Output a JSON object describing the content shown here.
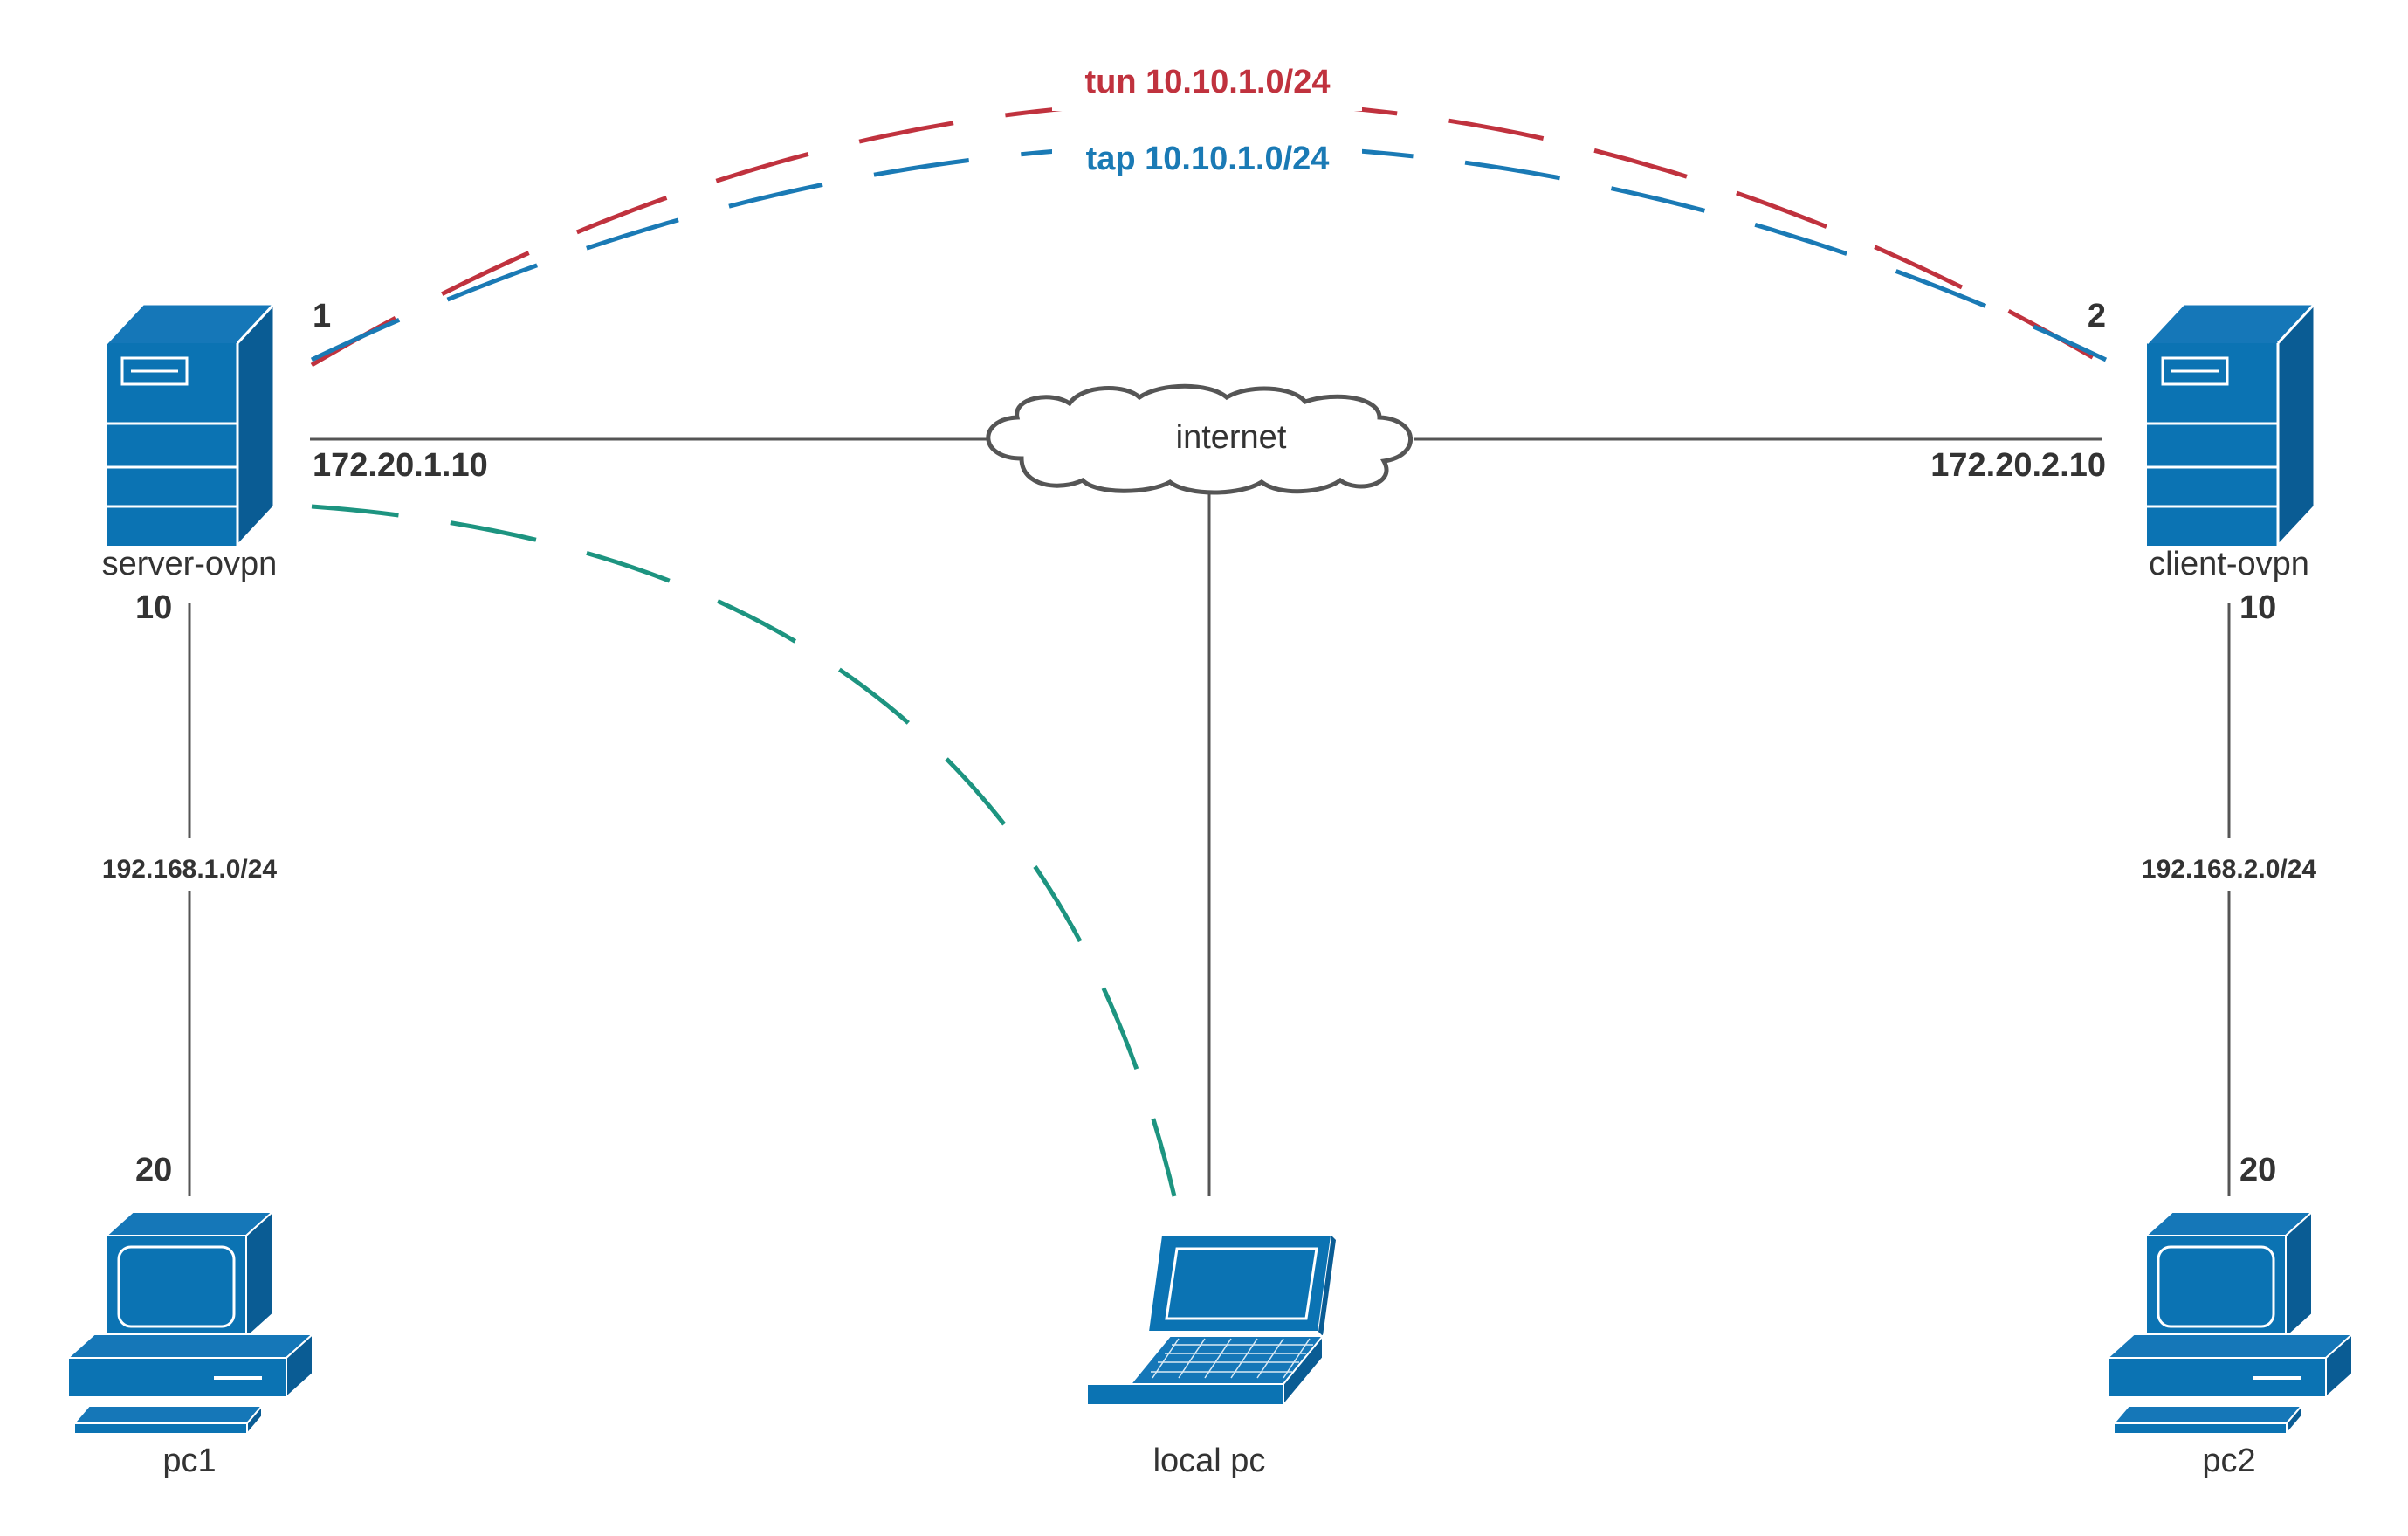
{
  "colors": {
    "device_blue": "#0b73b3",
    "tun_red": "#c0323e",
    "tap_blue": "#1a7ab5",
    "local_green": "#1d9480",
    "link_gray": "#555555"
  },
  "tunnels": {
    "tun_label": "tun 10.10.1.0/24",
    "tap_label": "tap 10.10.1.0/24"
  },
  "server": {
    "name": "server-ovpn",
    "icon": "server-tower-icon",
    "tunnel_end": "1",
    "wan_ip": "172.20.1.10",
    "lan_end": "10"
  },
  "client": {
    "name": "client-ovpn",
    "icon": "server-tower-icon",
    "tunnel_end": "2",
    "wan_ip": "172.20.2.10",
    "lan_end": "10"
  },
  "internet": {
    "label": "internet",
    "icon": "cloud-icon"
  },
  "lan1": {
    "subnet": "192.168.1.0/24",
    "host_end": "20"
  },
  "lan2": {
    "subnet": "192.168.2.0/24",
    "host_end": "20"
  },
  "pc1": {
    "name": "pc1",
    "icon": "desktop-computer-icon"
  },
  "pc2": {
    "name": "pc2",
    "icon": "desktop-computer-icon"
  },
  "local_pc": {
    "name": "local pc",
    "icon": "laptop-icon"
  }
}
